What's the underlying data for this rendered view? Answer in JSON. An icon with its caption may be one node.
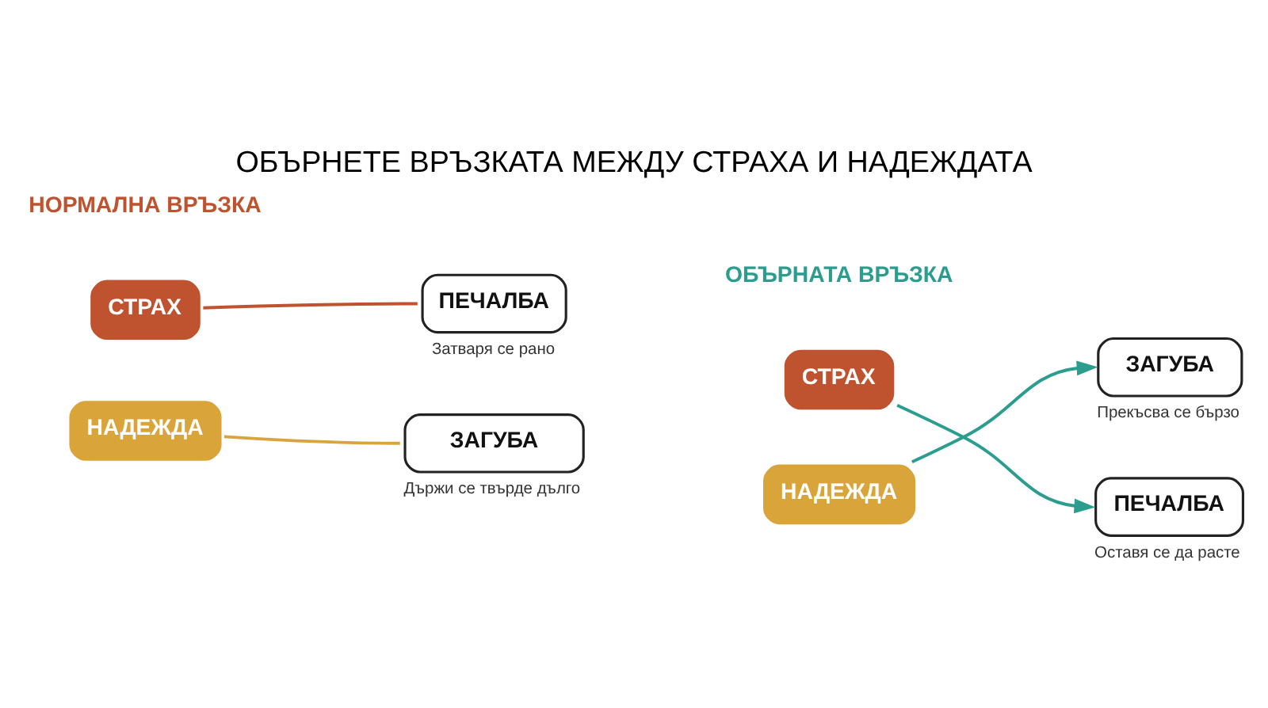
{
  "diagram": {
    "title": "ОБЪРНЕТЕ ВРЪЗКАТА МЕЖДУ СТРАХА И НАДЕЖДАТА",
    "nodes": [
      {
        "text": [
          "СТРАХ"
        ]
      },
      {
        "text": [
          "ПЕЧАЛБА"
        ],
        "beside": [
          "Затваря се рано"
        ]
      },
      {
        "text": [
          "НАДЕЖДА"
        ]
      },
      {
        "text": [
          "ЗАГУБА"
        ],
        "beside": [
          "Държи се твърде дълго"
        ]
      },
      {
        "text": [
          "СТРАХ"
        ]
      },
      {
        "text": [
          "ЗАГУБА"
        ],
        "beside": [
          "Прекъсва се бързо"
        ]
      },
      {
        "text": [
          "НАДЕЖДА"
        ]
      },
      {
        "text": [
          "ПЕЧАЛБА"
        ],
        "beside": [
          "Оставя се да расте"
        ]
      }
    ],
    "edges": [
      {
        "from": 0,
        "to": 1,
        "arrow": "none",
        "color": "#c0532f"
      },
      {
        "from": 2,
        "to": 3,
        "arrow": "none",
        "color": "#d9a53a"
      },
      {
        "from": 4,
        "to": 7,
        "arrow": "to",
        "color": "#2a9d8f"
      },
      {
        "from": 6,
        "to": 5,
        "arrow": "to",
        "color": "#2a9d8f"
      }
    ],
    "labels": [
      "НОРМАЛНА ВРЪЗКА",
      "ОБЪРНАТА ВРЪЗКА"
    ]
  }
}
